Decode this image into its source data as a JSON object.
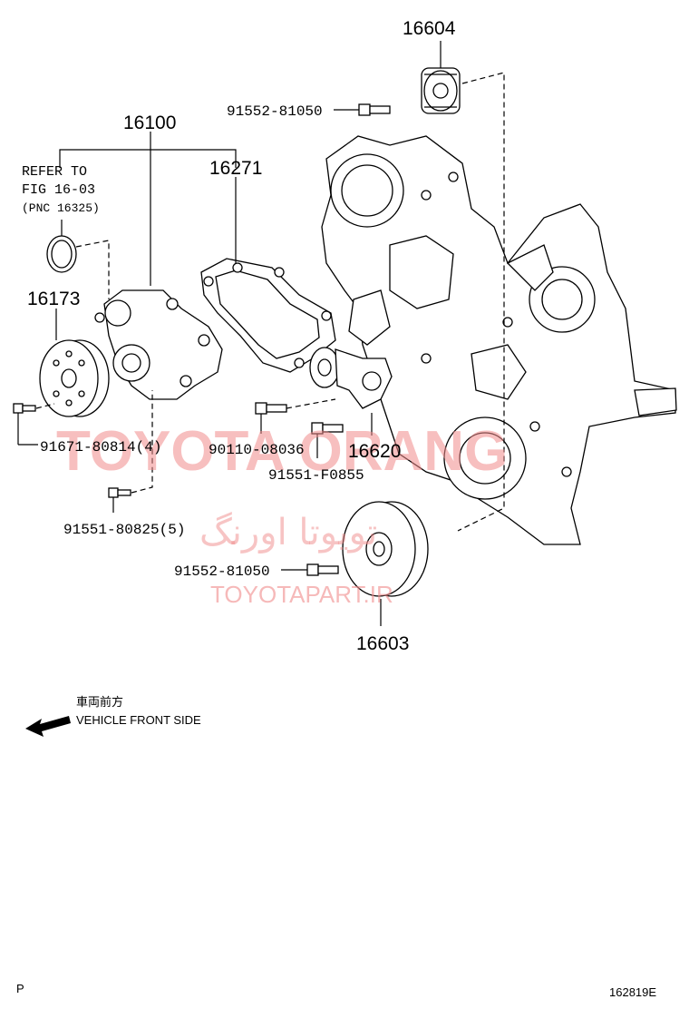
{
  "parts": {
    "p16604": "16604",
    "p16100": "16100",
    "p16271": "16271",
    "p16173": "16173",
    "p16620": "16620",
    "p16603": "16603"
  },
  "bolts": {
    "b_top": "91552-81050",
    "b_91671": "91671-80814(4)",
    "b_90110": "90110-08036",
    "b_91551f": "91551-F0855",
    "b_91551_80825": "91551-80825(5)",
    "b_bottom": "91552-81050"
  },
  "reference": {
    "line1": "REFER TO",
    "line2": "FIG 16-03",
    "line3": "(PNC 16325)"
  },
  "direction": {
    "japanese": "車両前方",
    "english": "VEHICLE FRONT SIDE"
  },
  "watermark": {
    "brand": "TOYOTA ORANG",
    "persian": "تویوتا اورنگ",
    "site": "TOYOTAPART.IR"
  },
  "footer": {
    "left": "P",
    "code": "162819E"
  }
}
